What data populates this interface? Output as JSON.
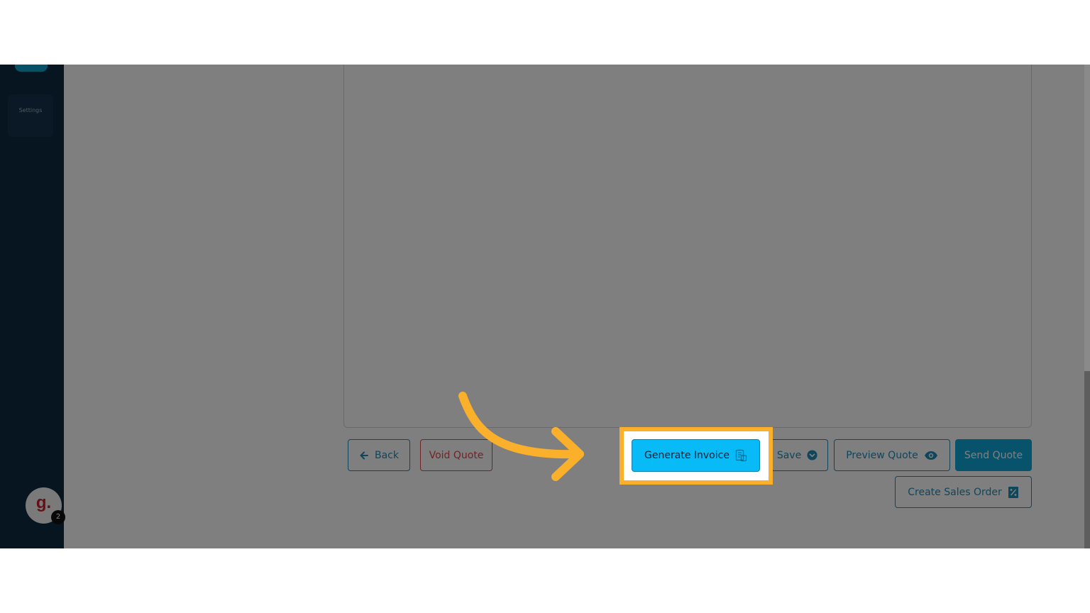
{
  "sidebar": {
    "settings_label": "Settings",
    "avatar_letter": "g.",
    "avatar_badge": "2"
  },
  "actions": {
    "back_label": "Back",
    "void_label": "Void Quote",
    "generate_label": "Generate Invoice",
    "save_label": "Save",
    "preview_label": "Preview Quote",
    "send_label": "Send Quote",
    "sales_order_label": "Create Sales Order"
  },
  "icons": {
    "back": "arrow-left-icon",
    "generate": "invoice-document-icon",
    "save": "chevron-down-circle-icon",
    "preview": "eye-icon",
    "sales_order": "percent-receipt-icon",
    "tutorial_pointer": "curved-arrow-icon"
  },
  "colors": {
    "accent": "#10a7d8",
    "danger": "#e0484f",
    "highlight": "#fbb02b",
    "sidebar": "#0d2a40"
  }
}
